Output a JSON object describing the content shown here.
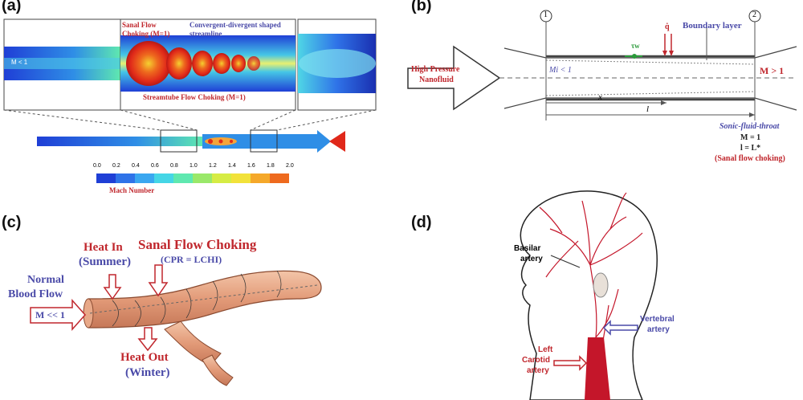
{
  "panels": {
    "a": {
      "label": "(a)",
      "sanal_choking": "Sanal Flow Choking (M=1)",
      "convergent": "Convergent-divergent shaped streamline",
      "streamtube": "Streamtube Flow Choking (M=1)",
      "m_label": "M < 1",
      "colorbar_ticks": [
        "0.0",
        "0.2",
        "0.4",
        "0.6",
        "0.8",
        "1.0",
        "1.2",
        "1.4",
        "1.6",
        "1.8",
        "2.0"
      ],
      "colorbar_title": "Mach Number",
      "colorbar_colors": [
        "#1f3fd6",
        "#2f73e8",
        "#3aa7f0",
        "#45d6e6",
        "#5fe8b0",
        "#9ae86a",
        "#d6ec44",
        "#f2e23a",
        "#f5a82a",
        "#ee6a1e"
      ]
    },
    "b": {
      "label": "(b)",
      "station1": "1",
      "station2": "2",
      "high_pressure": "High Pressure",
      "nanofluid": "Nanofluid",
      "boundary_layer": "Boundary layer",
      "tau": "τw",
      "q": "q̇",
      "mi": "Mi < 1",
      "m_gt": "M > 1",
      "x": "x",
      "l": "l",
      "sonic": "Sonic-fluid-throat",
      "m_eq": "M = 1",
      "l_eq": "l = L*",
      "sanal": "(Sanal flow choking)"
    },
    "c": {
      "label": "(c)",
      "heat_in": "Heat In",
      "summer": "(Summer)",
      "sanal": "Sanal Flow Choking",
      "cpr": "(CPR = LCHI)",
      "normal": "Normal",
      "blood_flow": "Blood Flow",
      "m_ll": "M << 1",
      "heat_out": "Heat Out",
      "winter": "(Winter)"
    },
    "d": {
      "label": "(d)",
      "basilar1": "Basilar",
      "basilar2": "artery",
      "vertebral1": "Vertebral",
      "vertebral2": "artery",
      "left": "Left",
      "carotid": "Carotid",
      "artery": "artery"
    }
  }
}
